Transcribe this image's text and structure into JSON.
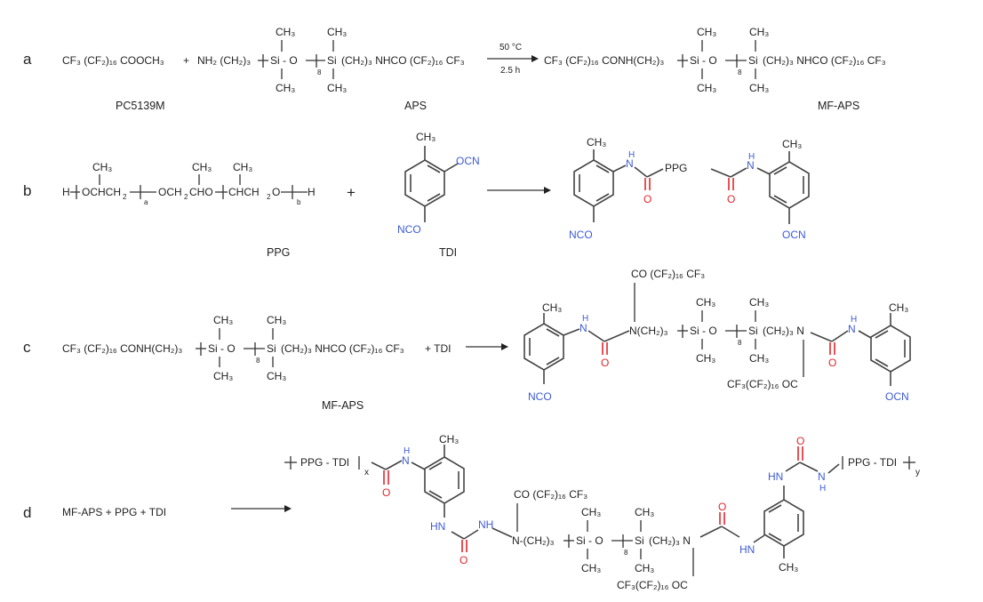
{
  "panels": {
    "a": {
      "letter": "a",
      "r1": "CF₃ (CF₂)₁₆ COOCH₃",
      "plus": "+",
      "r2_left": "NH₂ (CH₂)₃",
      "ch3": "CH₃",
      "si": "Si - O",
      "n": "8",
      "si2": "Si",
      "r2_right": "(CH₂)₃ NHCO (CF₂)₁₆ CF₃",
      "cond_top": "50 °C",
      "cond_bottom": "2.5 h",
      "p_left": "CF₃ (CF₂)₁₆ CONH(CH₂)₃",
      "p_right": "(CH₂)₃ NHCO (CF₂)₁₆ CF₃",
      "cap1": "PC5139M",
      "cap2": "APS",
      "cap3": "MF-APS"
    },
    "b": {
      "letter": "b",
      "ch3": "CH₃",
      "ppg_formula": "H-[OCHCH₂]a-OCH₂CHO-[CHCH₂O]b-H",
      "ppg_h": "H",
      "ppg_o1": "OCHCH",
      "ppg_sub2": "2",
      "ppg_a": "a",
      "ppg_mid": "OCH",
      "ppg_mid2": "CHO",
      "ppg_o2": "CHCH",
      "ppg_o2b": "O",
      "ppg_b": "b",
      "ppg_h2": "H",
      "plus": "+",
      "ocn": "OCN",
      "nco": "NCO",
      "nh": "H",
      "n": "N",
      "o": "O",
      "ppg": "PPG",
      "cap1": "PPG",
      "cap2": "TDI"
    },
    "c": {
      "letter": "c",
      "r_left": "CF₃ (CF₂)₁₆ CONH(CH₂)₃",
      "si": "Si - O",
      "n": "8",
      "si2": "Si",
      "r_right": "(CH₂)₃ NHCO (CF₂)₁₆ CF₃",
      "plus_tdi": "+  TDI",
      "ch3": "CH₃",
      "co_top": "CO (CF₂)₁₆ CF₃",
      "n_ch2": "N(CH₂)₃",
      "ch2_n": "(CH₂)₃ N",
      "co_bottom": "CF₃(CF₂)₁₆ OC",
      "nco": "NCO",
      "ocn": "OCN",
      "nh_n": "N",
      "nh_h": "H",
      "o": "O",
      "cap": "MF-APS"
    },
    "d": {
      "letter": "d",
      "reactants": "MF-APS   +   PPG   +   TDI",
      "ppg_tdi_x": "PPG - TDI",
      "x": "x",
      "ppg_tdi_y": "PPG - TDI",
      "y": "y",
      "ch3": "CH₃",
      "co_top": "CO (CF₂)₁₆ CF₃",
      "n_ch2": "N-(CH₂)₃",
      "si": "Si - O",
      "n": "8",
      "si2": "Si",
      "ch2_n": "(CH₂)₃  N",
      "co_bottom": "CF₃(CF₂)₁₆ OC",
      "hn": "HN",
      "nh": "NH",
      "h": "H",
      "n_letter": "N",
      "o": "O"
    }
  },
  "colors": {
    "nitrogen": "#3d5bd6",
    "oxygen": "#e0262b",
    "text": "#222222"
  }
}
